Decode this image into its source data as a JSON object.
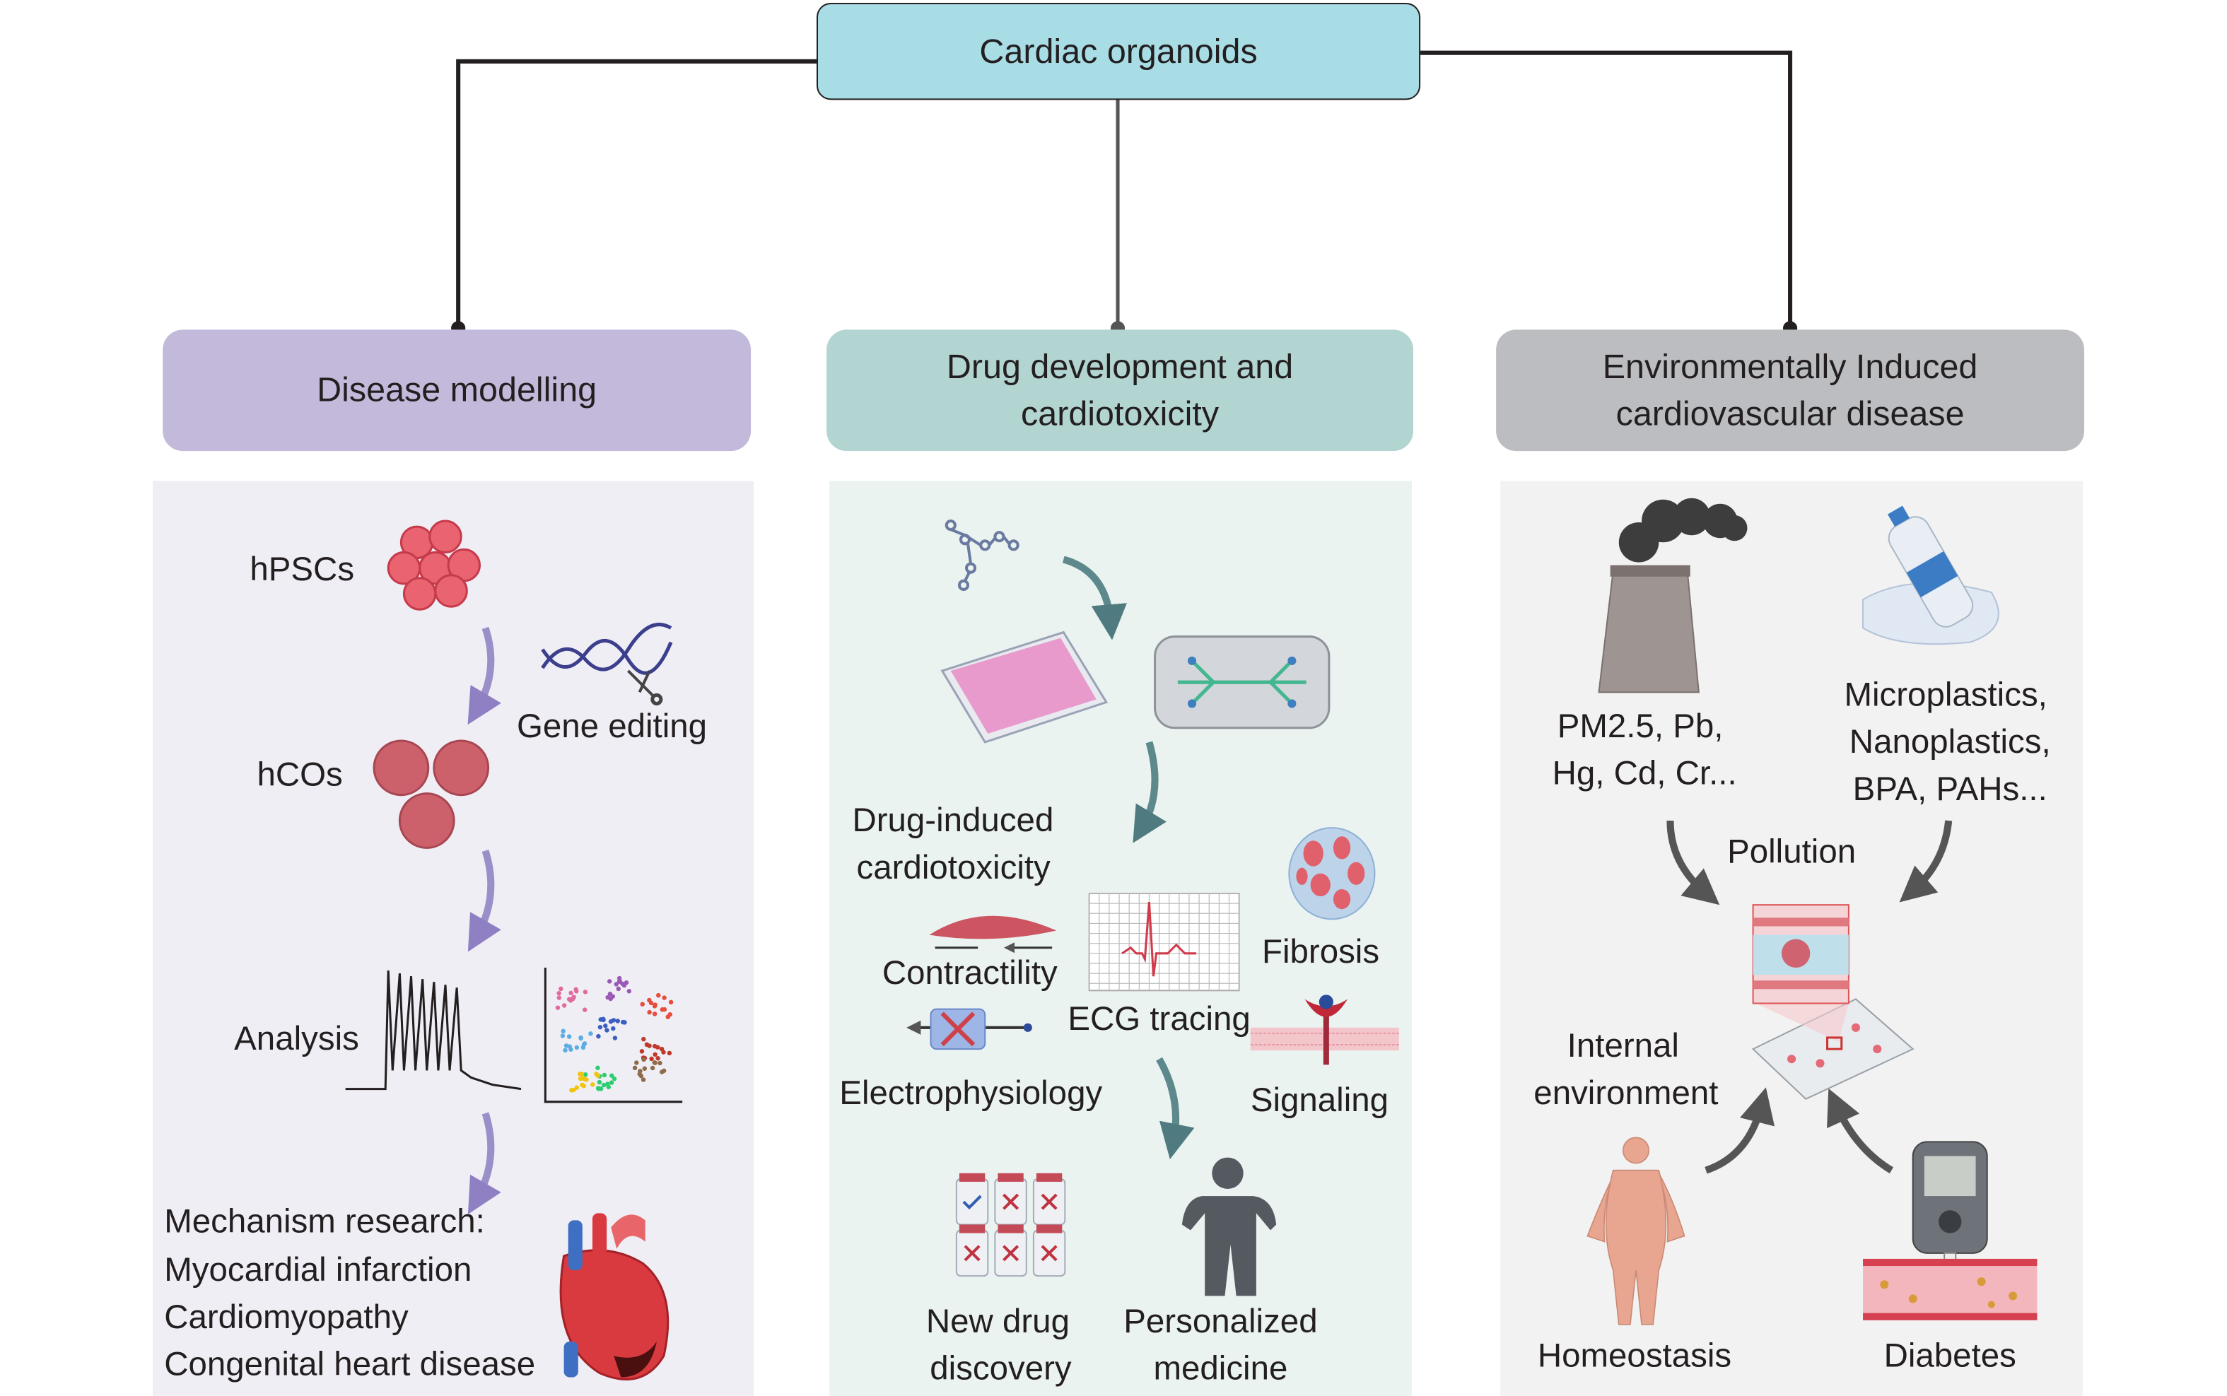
{
  "root": {
    "title": "Cardiac organoids"
  },
  "headers": {
    "disease": "Disease modelling",
    "drug": [
      "Drug development and",
      "cardiotoxicity"
    ],
    "environment": [
      "Environmentally Induced",
      "cardiovascular disease"
    ]
  },
  "disease_panel": {
    "hpscs": "hPSCs",
    "gene_editing": "Gene editing",
    "hcos": "hCOs",
    "analysis": "Analysis",
    "mechanism": [
      "Mechanism research:",
      "Myocardial infarction",
      "Cardiomyopathy",
      "Congenital heart disease"
    ]
  },
  "drug_panel": {
    "drug_induced": [
      "Drug-induced",
      "cardiotoxicity"
    ],
    "contractility": "Contractility",
    "ecg": "ECG tracing",
    "fibrosis": "Fibrosis",
    "electrophysiology": "Electrophysiology",
    "signaling": "Signaling",
    "new_drug": [
      "New drug",
      "discovery"
    ],
    "personalized": [
      "Personalized",
      "medicine"
    ]
  },
  "env_panel": {
    "metals": [
      "PM2.5, Pb,",
      "Hg, Cd, Cr..."
    ],
    "plastics": [
      "Microplastics,",
      "Nanoplastics,",
      "BPA, PAHs..."
    ],
    "pollution": "Pollution",
    "internal": [
      "Internal",
      "environment"
    ],
    "homeostasis": "Homeostasis",
    "diabetes": "Diabetes"
  },
  "colors": {
    "root_fill": "#a8dde6",
    "disease_header": "#c3badb",
    "drug_header": "#b3d5d2",
    "env_header": "#bcbdc0",
    "disease_panel": "#f0eef5",
    "drug_panel": "#eaf3f0",
    "env_panel": "#f2f2f2"
  }
}
